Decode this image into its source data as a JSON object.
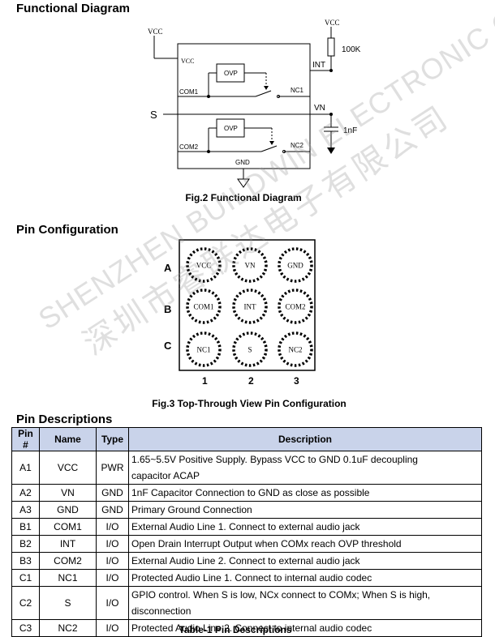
{
  "functional_diagram": {
    "heading": "Functional Diagram",
    "caption": "Fig.2 Functional Diagram",
    "labels": {
      "vcc_left": "VCC",
      "vcc_right": "VCC",
      "vcc_pin": "VCC",
      "resistor": "100K",
      "int": "INT",
      "ovp1": "OVP",
      "ovp2": "OVP",
      "com1": "COM1",
      "nc1": "NC1",
      "s": "S",
      "vn": "VN",
      "cap": "1nF",
      "com2": "COM2",
      "nc2": "NC2",
      "gnd": "GND"
    }
  },
  "pin_configuration": {
    "heading": "Pin Configuration",
    "caption": "Fig.3 Top-Through View Pin Configuration",
    "rows": [
      "A",
      "B",
      "C"
    ],
    "columns": [
      "1",
      "2",
      "3"
    ],
    "balls": [
      [
        "VCC",
        "VN",
        "GND"
      ],
      [
        "COM1",
        "INT",
        "COM2"
      ],
      [
        "NC1",
        "S",
        "NC2"
      ]
    ]
  },
  "pin_descriptions": {
    "heading": "Pin Descriptions",
    "caption": "Table-1 Pin Descriptions",
    "header_color": "#c9d3ea",
    "columns": [
      "Pin #",
      "Name",
      "Type",
      "Description"
    ],
    "rows": [
      {
        "pin": "A1",
        "name": "VCC",
        "type": "PWR",
        "desc1": "1.65~5.5V Positive Supply. Bypass VCC to GND 0.1uF decoupling",
        "desc2": "capacitor ACAP"
      },
      {
        "pin": "A2",
        "name": "VN",
        "type": "GND",
        "desc1": "1nF Capacitor Connection to GND as close as possible"
      },
      {
        "pin": "A3",
        "name": "GND",
        "type": "GND",
        "desc1": "Primary Ground Connection"
      },
      {
        "pin": "B1",
        "name": "COM1",
        "type": "I/O",
        "desc1": "External Audio Line 1. Connect to external audio jack"
      },
      {
        "pin": "B2",
        "name": "INT",
        "type": "I/O",
        "desc1": "Open Drain Interrupt Output when COMx reach OVP threshold"
      },
      {
        "pin": "B3",
        "name": "COM2",
        "type": "I/O",
        "desc1": "External Audio Line 2. Connect to external audio jack"
      },
      {
        "pin": "C1",
        "name": "NC1",
        "type": "I/O",
        "desc1": "Protected Audio Line 1. Connect to internal audio codec"
      },
      {
        "pin": "C2",
        "name": "S",
        "type": "I/O",
        "desc1": "GPIO control. When S is low, NCx connect to COMx; When S is high,",
        "desc2": "disconnection"
      },
      {
        "pin": "C3",
        "name": "NC2",
        "type": "I/O",
        "desc1": "Protected Audio Line 2. Connect to internal audio codec"
      }
    ]
  },
  "watermark": {
    "line1": "SHENZHEN BUILDWIN ELECTRONIC CO.,LTD",
    "line2": "深圳市睿联达电子有限公司"
  }
}
